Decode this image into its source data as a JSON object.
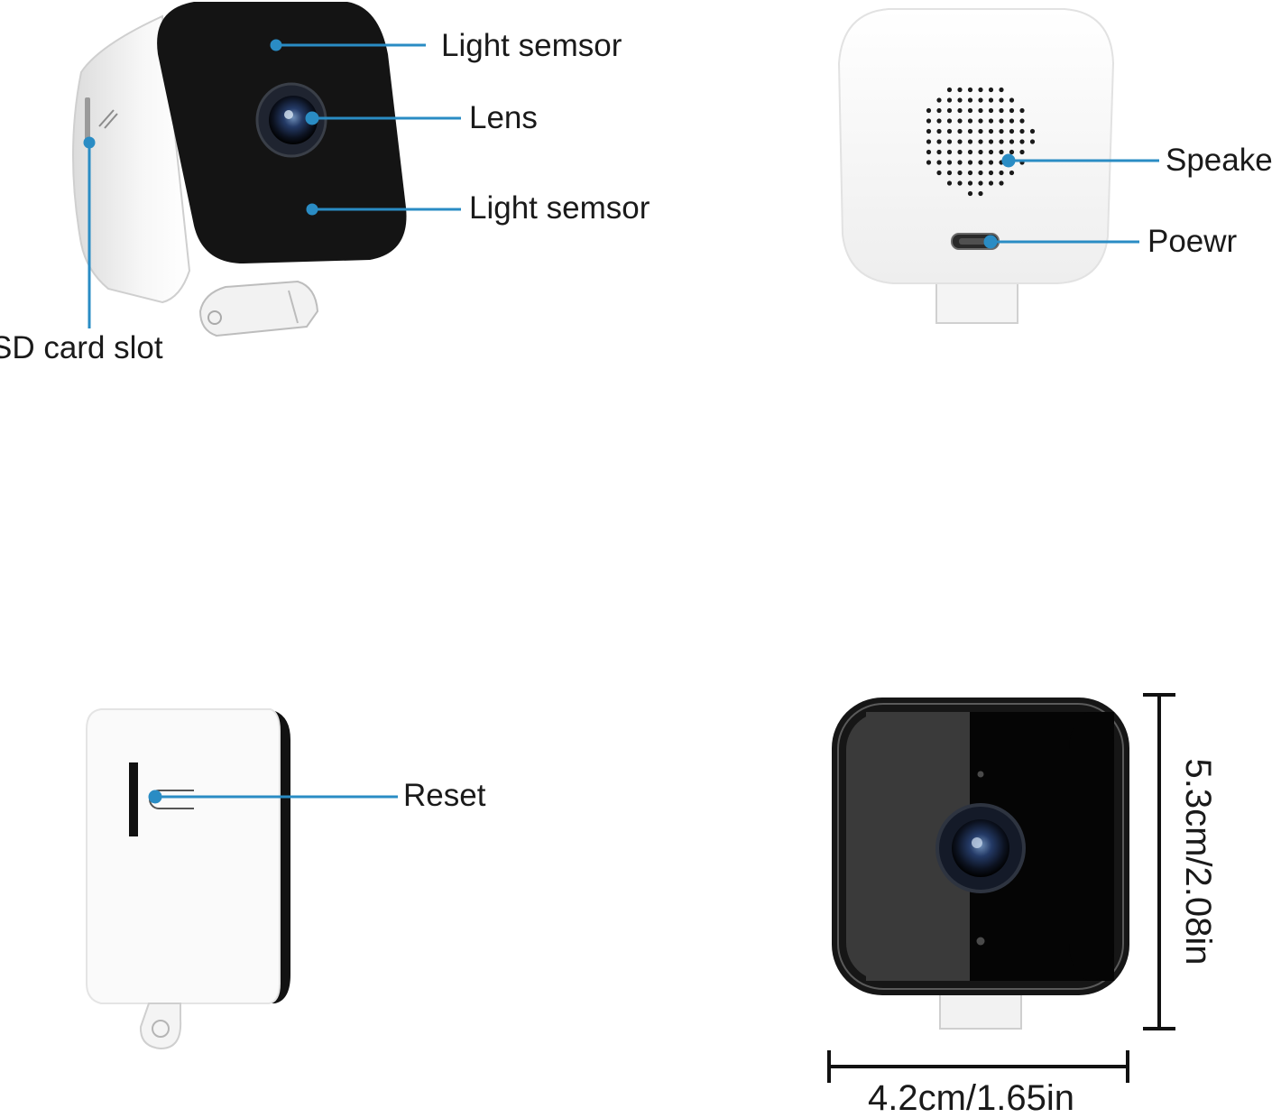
{
  "callouts": {
    "light_sensor_top": "Light semsor",
    "lens": "Lens",
    "light_sensor_bottom": "Light semsor",
    "sd_card_slot": "SD card slot",
    "speaker": "Speake",
    "power": "Poewr",
    "reset": "Reset"
  },
  "dimensions": {
    "height": "5.3cm/2.08in",
    "width": "4.2cm/1.65in"
  },
  "colors": {
    "callout_line": "#2a8cc4",
    "device_white": "#f6f6f6",
    "device_black": "#141414"
  }
}
